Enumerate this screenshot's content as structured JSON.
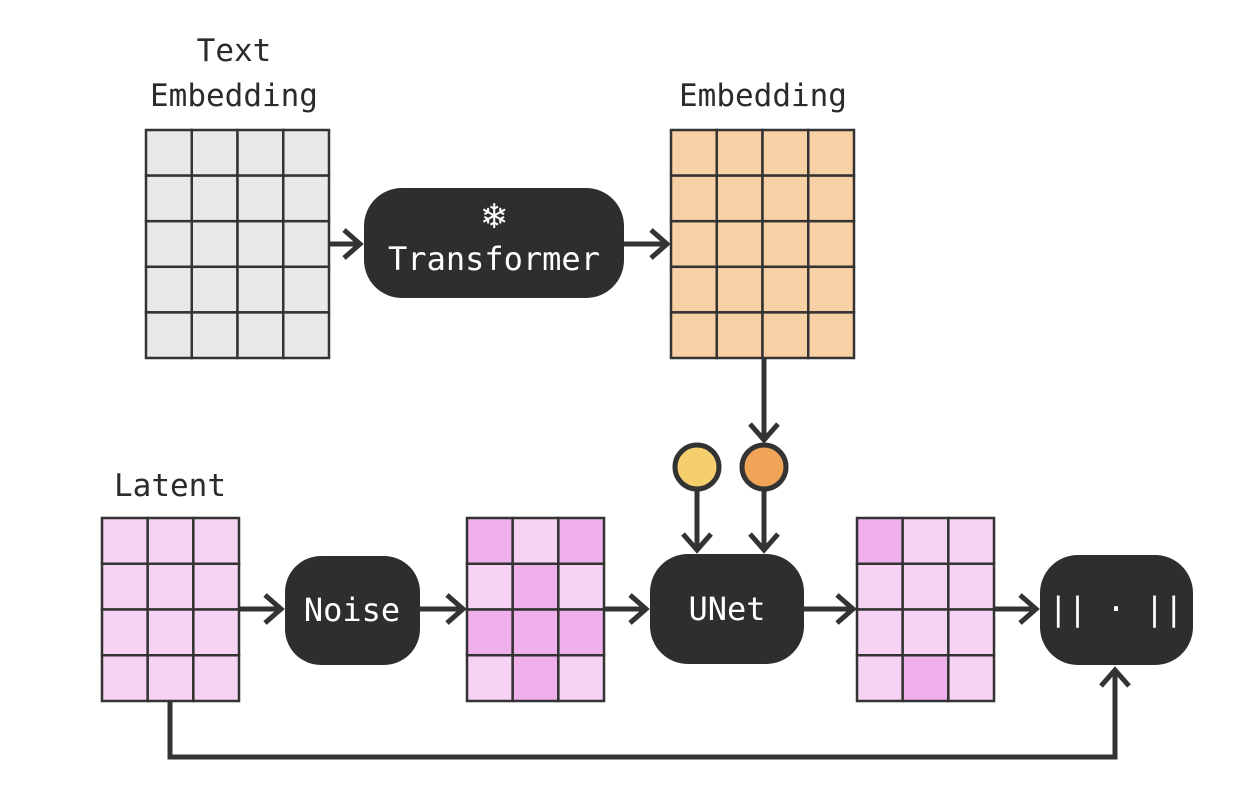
{
  "labels": {
    "text_embedding_line1": "Text",
    "text_embedding_line2": "Embedding",
    "embedding": "Embedding",
    "latent": "Latent"
  },
  "nodes": {
    "transformer": {
      "label": "Transformer",
      "icon": "snowflake-icon",
      "icon_glyph": "❄"
    },
    "noise": {
      "label": "Noise"
    },
    "unet": {
      "label": "UNet"
    },
    "norm": {
      "label": "|| · ||"
    }
  },
  "conditioning_dots": [
    {
      "name": "yellow-dot",
      "color": "#f5cf6b"
    },
    {
      "name": "orange-dot",
      "color": "#f0a458"
    }
  ],
  "colors": {
    "text_embedding_fill": "#e8e8e8",
    "embedding_fill": "#f8d0a6",
    "latent_light": "#f6d2f4",
    "latent_dark": "#efb0ec",
    "node_fill": "#2e2e2e",
    "stroke": "#333333"
  },
  "grids": {
    "text_embedding": {
      "rows": 5,
      "cols": 4,
      "highlight": []
    },
    "embedding": {
      "rows": 5,
      "cols": 4,
      "highlight": []
    },
    "latent": {
      "rows": 4,
      "cols": 3,
      "highlight": []
    },
    "noisy_latent": {
      "rows": 4,
      "cols": 3,
      "highlight": [
        [
          0,
          0
        ],
        [
          0,
          2
        ],
        [
          1,
          1
        ],
        [
          2,
          0
        ],
        [
          2,
          1
        ],
        [
          2,
          2
        ],
        [
          3,
          1
        ]
      ]
    },
    "denoised_latent": {
      "rows": 4,
      "cols": 3,
      "highlight": [
        [
          0,
          0
        ],
        [
          3,
          1
        ]
      ]
    }
  }
}
